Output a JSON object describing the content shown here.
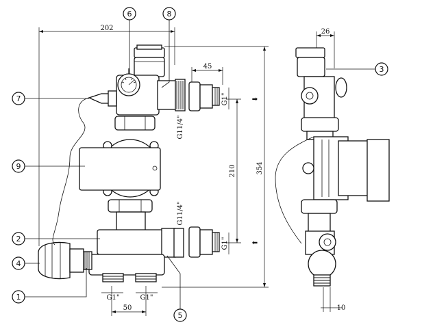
{
  "dimensions": {
    "width_total": "202",
    "height_total": "354",
    "pipe_offset": "45",
    "axis_distance": "210",
    "bottom_spacing": "50",
    "side_top": "26",
    "side_bottom": "10"
  },
  "threads": {
    "top_outlet": "G1\"",
    "top_flange": "G11/4\"",
    "bottom_flange": "G11/4\"",
    "bottom_outlet": "G1\"",
    "bottom_left": "G1\"",
    "bottom_right": "G1\""
  },
  "callouts": [
    "1",
    "2",
    "3",
    "4",
    "5",
    "6",
    "7",
    "8",
    "9"
  ],
  "arrows": {
    "top": "➡",
    "bottom": "⬅"
  }
}
